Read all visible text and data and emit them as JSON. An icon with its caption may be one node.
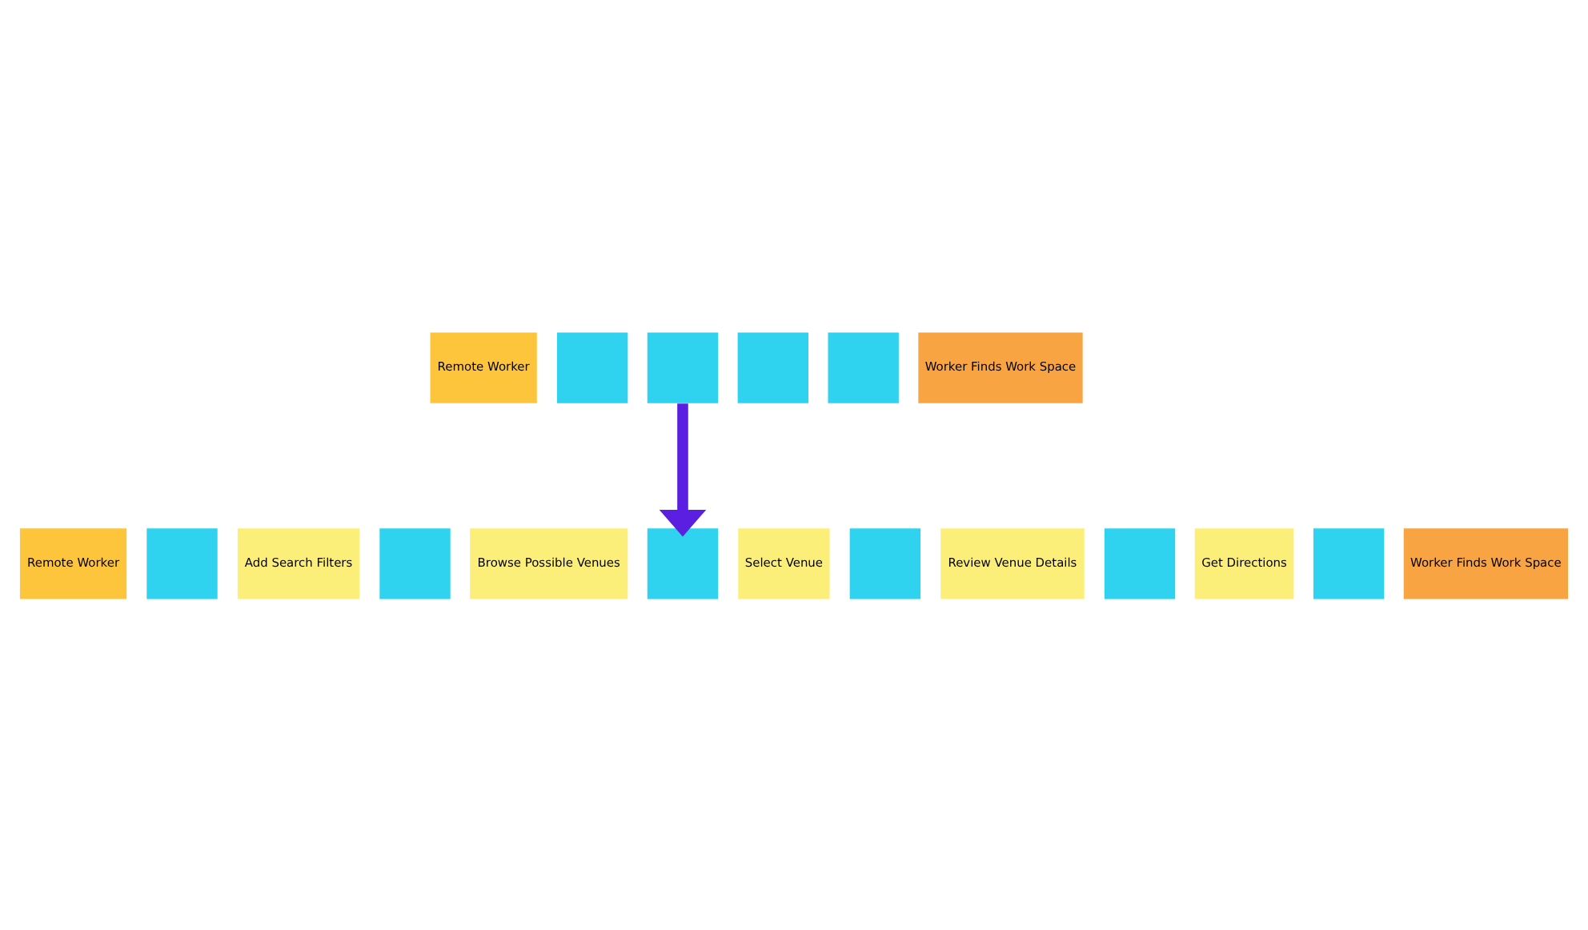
{
  "diagram": {
    "nodes": [
      {
        "text": [
          "Remote Worker"
        ]
      },
      {
        "text": [],
        "shape": "box"
      },
      {
        "text": [],
        "shape": "box"
      },
      {
        "text": [],
        "shape": "box"
      },
      {
        "text": [],
        "shape": "box"
      },
      {
        "text": [
          "Worker Finds Work Space"
        ]
      },
      {
        "text": [
          "Remote Worker"
        ]
      },
      {
        "text": [],
        "shape": "box"
      },
      {
        "text": [
          "Add Search Filters"
        ]
      },
      {
        "text": [],
        "shape": "box"
      },
      {
        "text": [
          "Browse Possible Venues"
        ]
      },
      {
        "text": [],
        "shape": "box"
      },
      {
        "text": [
          "Select Venue"
        ]
      },
      {
        "text": [],
        "shape": "box"
      },
      {
        "text": [
          "Review Venue Details"
        ]
      },
      {
        "text": [],
        "shape": "box"
      },
      {
        "text": [
          "Get Directions"
        ]
      },
      {
        "text": [],
        "shape": "box"
      },
      {
        "text": [
          "Worker Finds Work Space"
        ]
      }
    ],
    "edges": [
      {
        "from": 2,
        "to": 11,
        "arrow": "to"
      }
    ]
  }
}
